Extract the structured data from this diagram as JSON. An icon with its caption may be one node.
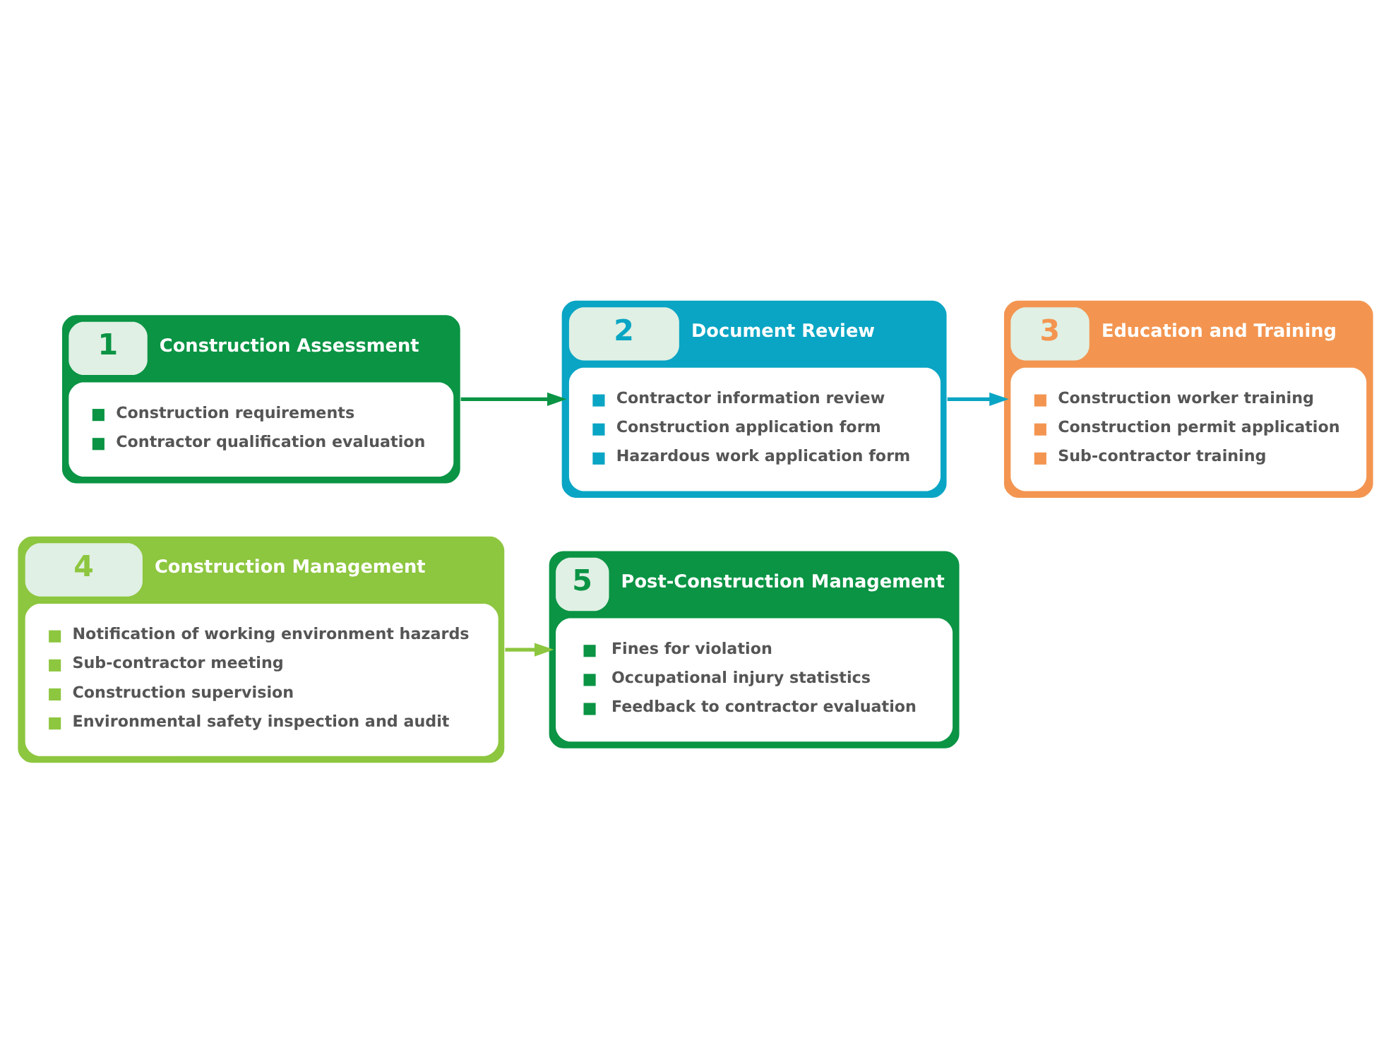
{
  "diagram": {
    "nodes": [
      {
        "text": [
          "1",
          "Construction Assessment",
          "Construction requirements",
          "Contractor qualification evaluation"
        ]
      },
      {
        "text": [
          "2",
          "Document Review",
          "Contractor information review",
          "Construction application form",
          "Hazardous work application form"
        ]
      },
      {
        "text": [
          "3",
          "Education and Training",
          "Construction worker training",
          "Construction permit application",
          "Sub-contractor training"
        ]
      },
      {
        "text": [
          "4",
          "Construction Management",
          "Notification of working environment hazards",
          "Sub-contractor meeting",
          "Construction supervision",
          "Environmental safety inspection and audit"
        ]
      },
      {
        "text": [
          "5",
          "Post-Construction Management",
          "Fines for violation",
          "Occupational injury statistics",
          "Feedback to contractor evaluation"
        ]
      }
    ],
    "edges": [
      {
        "from": 0,
        "to": 1,
        "arrow": "to",
        "color": "#0a9444"
      },
      {
        "from": 1,
        "to": 2,
        "arrow": "to",
        "color": "#0aa5c4"
      },
      {
        "from": 3,
        "to": 4,
        "arrow": "to",
        "color": "#8dc63f"
      }
    ]
  }
}
